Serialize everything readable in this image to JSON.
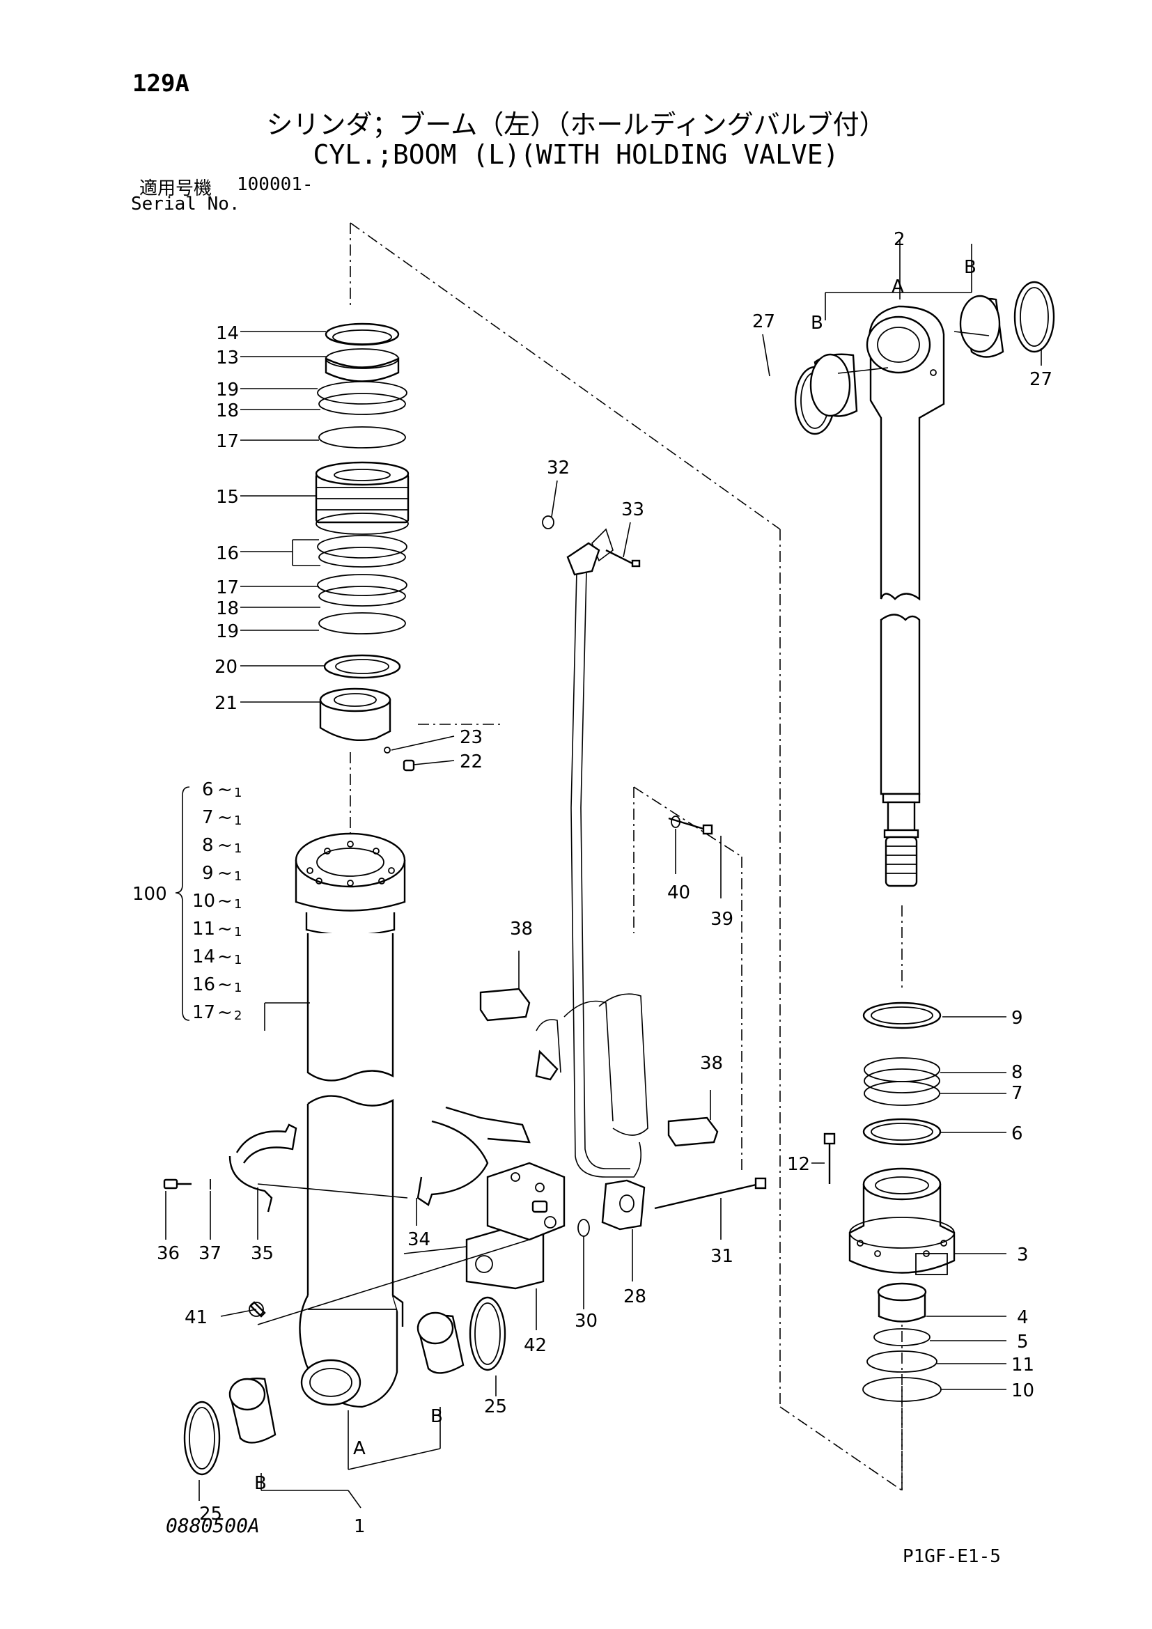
{
  "header": {
    "page_number": "129A",
    "title_ja": "シリンダ；ブーム（左）（ホールディングバルブ付）",
    "title_en": "CYL.;BOOM (L)(WITH HOLDING VALVE)",
    "serial_label_ja": "適用号機",
    "serial_value": "100001-",
    "serial_label_en": "Serial No."
  },
  "footer": {
    "figure_id": "0880500A",
    "page_code": "P1GF-E1-5"
  },
  "callouts": {
    "c1": "1",
    "c2": "2",
    "c3": "3",
    "c4": "4",
    "c5": "5",
    "c6": "6",
    "c7": "7",
    "c8": "8",
    "c9": "9",
    "c10": "10",
    "c11": "11",
    "c12": "12",
    "c13": "13",
    "c14": "14",
    "c15": "15",
    "c16": "16",
    "c17a": "17",
    "c17b": "17",
    "c18a": "18",
    "c18b": "18",
    "c19a": "19",
    "c19b": "19",
    "c20": "20",
    "c21": "21",
    "c22": "22",
    "c23": "23",
    "c25a": "25",
    "c25b": "25",
    "c27a": "27",
    "c27b": "27",
    "c28": "28",
    "c30": "30",
    "c31": "31",
    "c32": "32",
    "c33": "33",
    "c34": "34",
    "c35": "35",
    "c36": "36",
    "c37": "37",
    "c38a": "38",
    "c38b": "38",
    "c39": "39",
    "c40": "40",
    "c41": "41",
    "c42": "42",
    "c100": "100",
    "A_top": "A",
    "B_top_left": "B",
    "B_top_right": "B",
    "A_bottom": "A",
    "B_bottom_left": "B",
    "B_bottom_right": "B"
  },
  "kit_100": {
    "label": "100",
    "items": [
      {
        "part": "6",
        "qty": "1"
      },
      {
        "part": "7",
        "qty": "1"
      },
      {
        "part": "8",
        "qty": "1"
      },
      {
        "part": "9",
        "qty": "1"
      },
      {
        "part": "10",
        "qty": "1"
      },
      {
        "part": "11",
        "qty": "1"
      },
      {
        "part": "14",
        "qty": "1"
      },
      {
        "part": "16",
        "qty": "1"
      },
      {
        "part": "17",
        "qty": "2"
      }
    ]
  }
}
